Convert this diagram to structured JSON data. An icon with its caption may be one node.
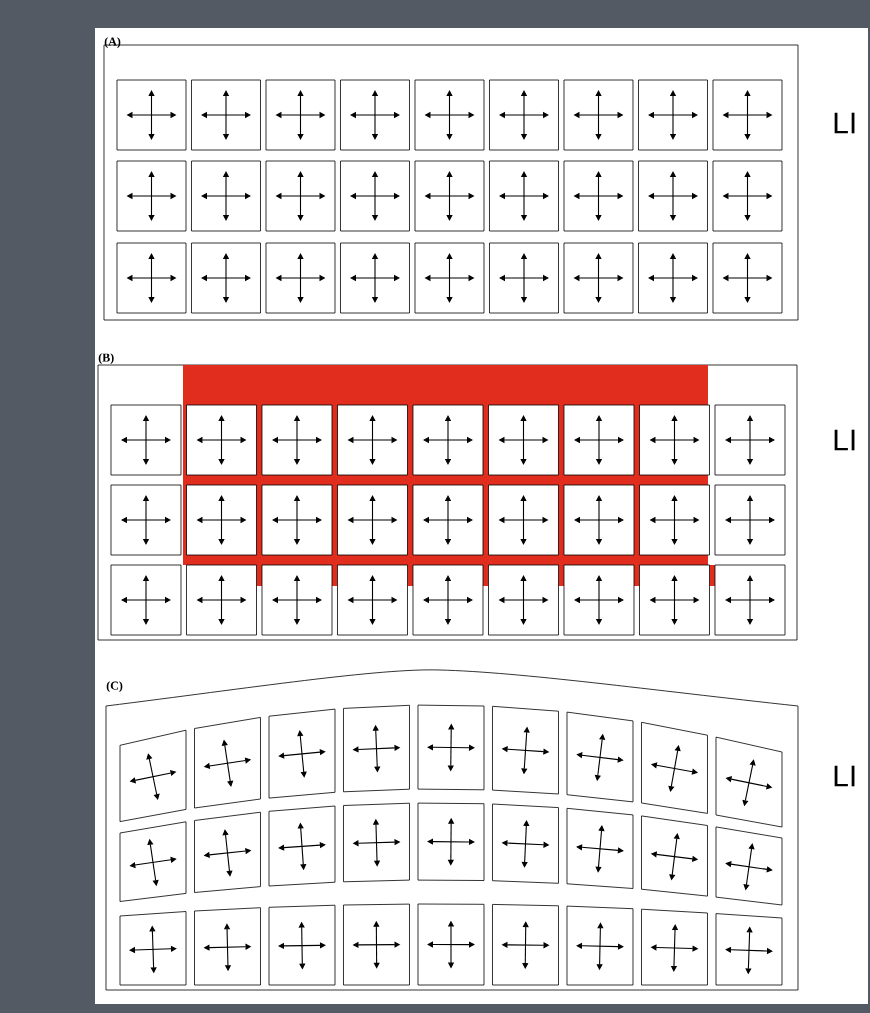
{
  "diagram": {
    "nodes": [
      {
        "text": [
          "(A)"
        ],
        "beside": [
          "LI"
        ]
      },
      {
        "text": [
          "(B)"
        ],
        "beside": [
          "LI"
        ]
      },
      {
        "text": [
          "(C)"
        ],
        "beside": [
          "LI"
        ]
      }
    ]
  }
}
